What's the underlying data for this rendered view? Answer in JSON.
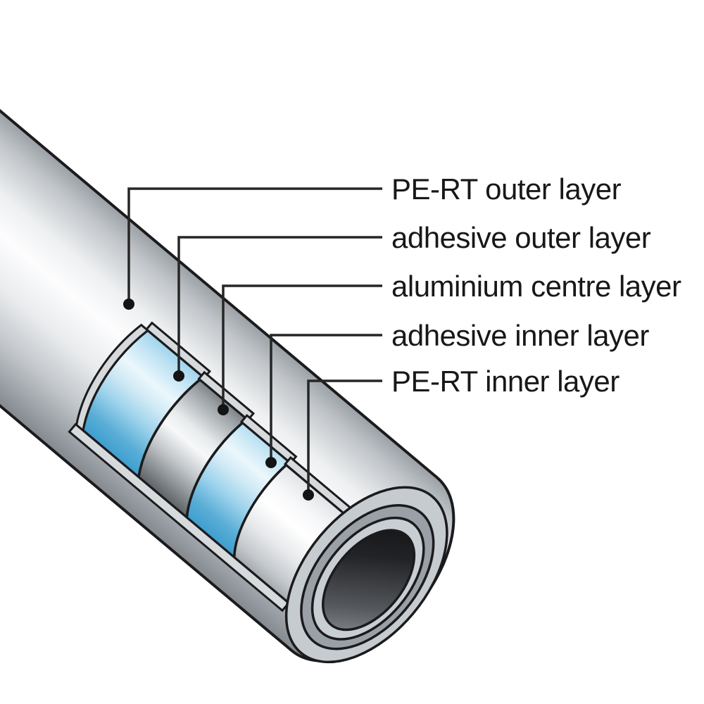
{
  "diagram": {
    "type": "multilayer-pipe-cutaway",
    "labels": [
      {
        "id": "pert-outer",
        "text": "PE-RT outer layer"
      },
      {
        "id": "adhesive-outer",
        "text": "adhesive outer layer"
      },
      {
        "id": "aluminium-centre",
        "text": "aluminium centre layer"
      },
      {
        "id": "adhesive-inner",
        "text": "adhesive inner layer"
      },
      {
        "id": "pert-inner",
        "text": "PE-RT inner layer"
      }
    ],
    "colors": {
      "background": "#ffffff",
      "outline": "#1b1b1d",
      "leader_line": "#262626",
      "label_text": "#18181a",
      "adhesive_blue": "#5aaed6",
      "adhesive_blue_deep": "#3e9ecf",
      "adhesive_blue_highlight": "#eef7fb",
      "aluminium_grey": "#9aa0a4",
      "aluminium_dark": "#5d6266",
      "pert_white": "#f4f5f6",
      "pipe_surface_grey": "#c3c7cb",
      "bore_dark": "#111214",
      "cut_rim_grey": "#d7dadd"
    }
  }
}
